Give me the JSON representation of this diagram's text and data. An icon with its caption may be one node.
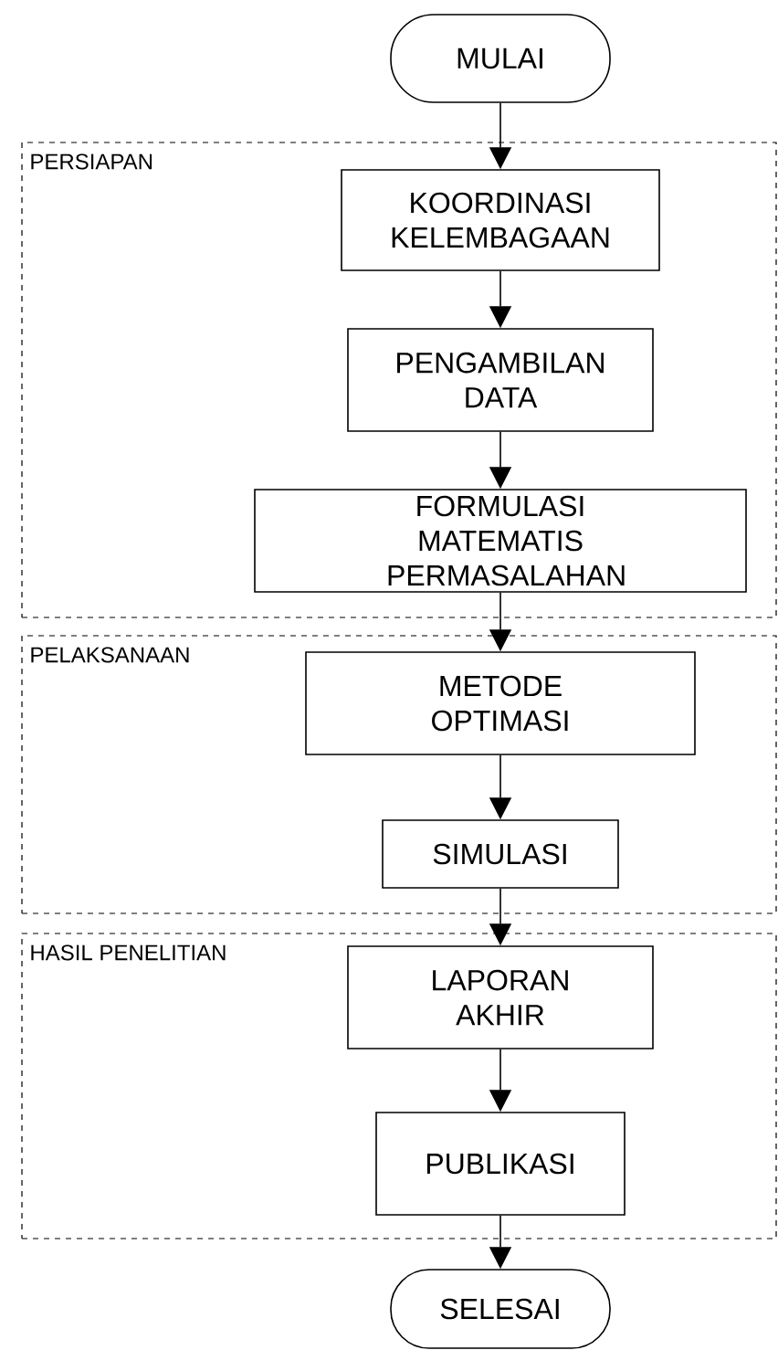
{
  "diagram": {
    "nodes": [
      {
        "text": [
          "MULAI"
        ]
      },
      {
        "text": [
          "PERSIAPAN"
        ]
      },
      {
        "text": [
          "KOORDINASI KELEMBAGAAN"
        ],
        "in": 1
      },
      {
        "text": [
          "PENGAMBILAN DATA"
        ],
        "in": 1
      },
      {
        "text": [
          "FORMULASI MATEMATIS PERMASALAHAN"
        ],
        "in": 1
      },
      {
        "text": [
          "PELAKSANAAN"
        ]
      },
      {
        "text": [
          "METODE OPTIMASI"
        ],
        "in": 5
      },
      {
        "text": [
          "SIMULASI"
        ],
        "in": 5
      },
      {
        "text": [
          "HASIL PENELITIAN"
        ]
      },
      {
        "text": [
          "LAPORAN AKHIR"
        ],
        "in": 8
      },
      {
        "text": [
          "PUBLIKASI"
        ],
        "in": 8
      },
      {
        "text": [
          "SELESAI"
        ]
      }
    ],
    "edges": [
      {
        "from": 0,
        "to": 2,
        "arrow": "to"
      },
      {
        "from": 2,
        "to": 3,
        "arrow": "to"
      },
      {
        "from": 3,
        "to": 4,
        "arrow": "to"
      },
      {
        "from": 4,
        "to": 6,
        "arrow": "to"
      },
      {
        "from": 6,
        "to": 7,
        "arrow": "to"
      },
      {
        "from": 7,
        "to": 9,
        "arrow": "to"
      },
      {
        "from": 9,
        "to": 10,
        "arrow": "to"
      },
      {
        "from": 10,
        "to": 11,
        "arrow": "to"
      }
    ]
  }
}
